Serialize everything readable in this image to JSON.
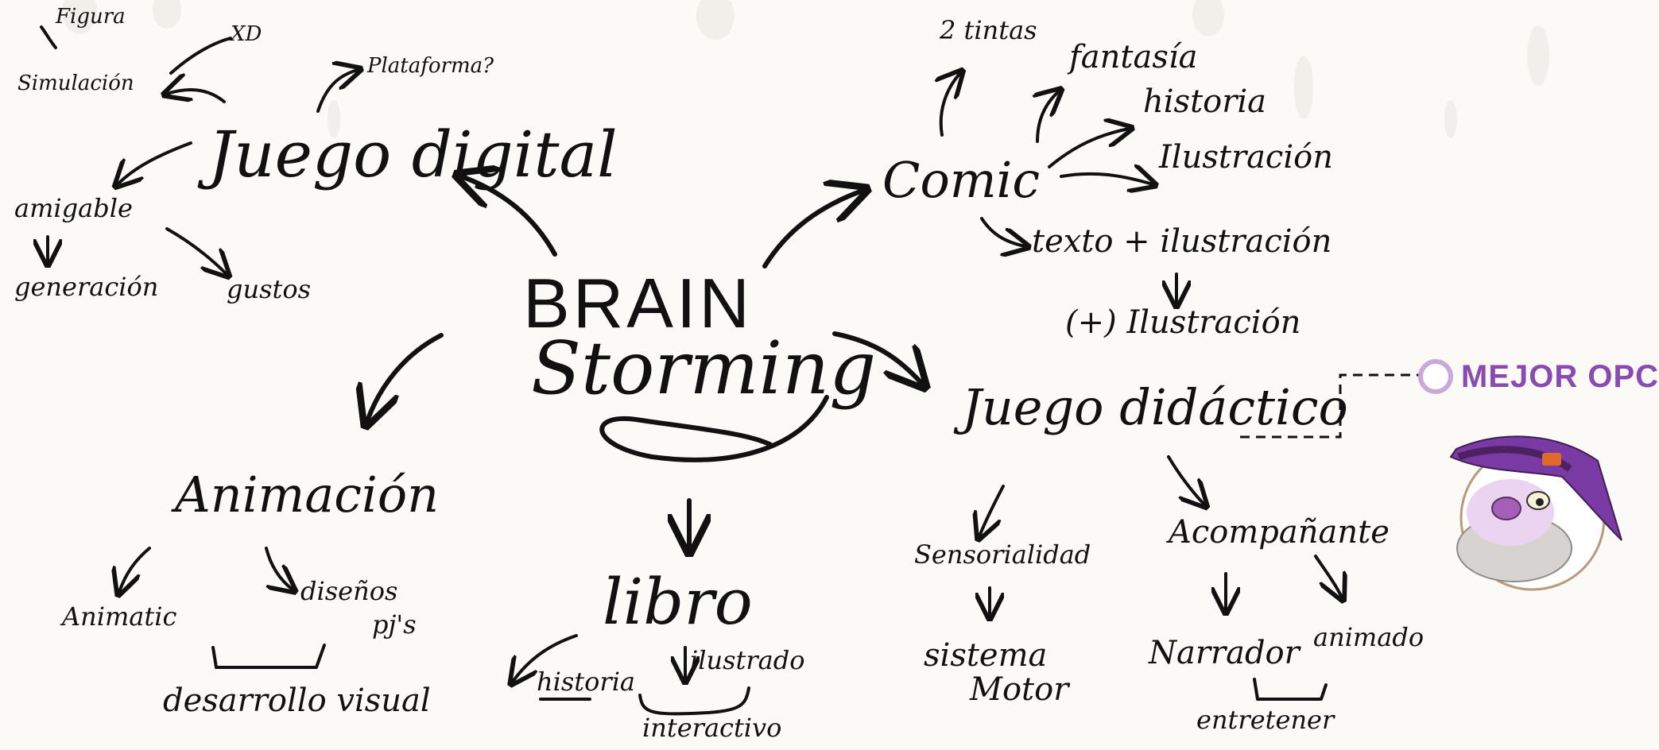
{
  "colors": {
    "ink": "#111111",
    "accent": "#8a4bb0",
    "background": "#fbfaf6",
    "circle_ring": "#c9a8dc"
  },
  "center": {
    "line1": "BRAIN",
    "line2": "Storming"
  },
  "juego_digital": {
    "title": "Juego digital",
    "plataforma": "Plataforma?",
    "simulacion": "Simulación",
    "figura": "Figura",
    "xd": "XD",
    "amigable": "amigable",
    "generacion": "generación",
    "gustos": "gustos"
  },
  "comic": {
    "title": "Comic",
    "tintas": "2 tintas",
    "fantasia": "fantasía",
    "historia": "historia",
    "ilustracion": "Ilustración",
    "texto_ilustracion": "texto + ilustración",
    "mas_ilustracion": "(+) Ilustración"
  },
  "animacion": {
    "title": "Animación",
    "animatic": "Animatic",
    "disenos": "diseños",
    "pjs": "pj's",
    "desarrollo": "desarrollo visual"
  },
  "libro": {
    "title": "libro",
    "historia": "historia",
    "ilustrado": "ilustrado",
    "interactivo": "interactivo"
  },
  "juego_didactico": {
    "title": "Juego didáctico",
    "sensorialidad": "Sensorialidad",
    "acompanante": "Acompañante",
    "sistema": "sistema",
    "motor": "Motor",
    "narrador": "Narrador",
    "animado": "animado",
    "entretener": "entretener"
  },
  "best_option": {
    "label": "MEJOR OPCIÓN"
  },
  "mascot": {
    "icon": "wizard-mascot-icon"
  }
}
